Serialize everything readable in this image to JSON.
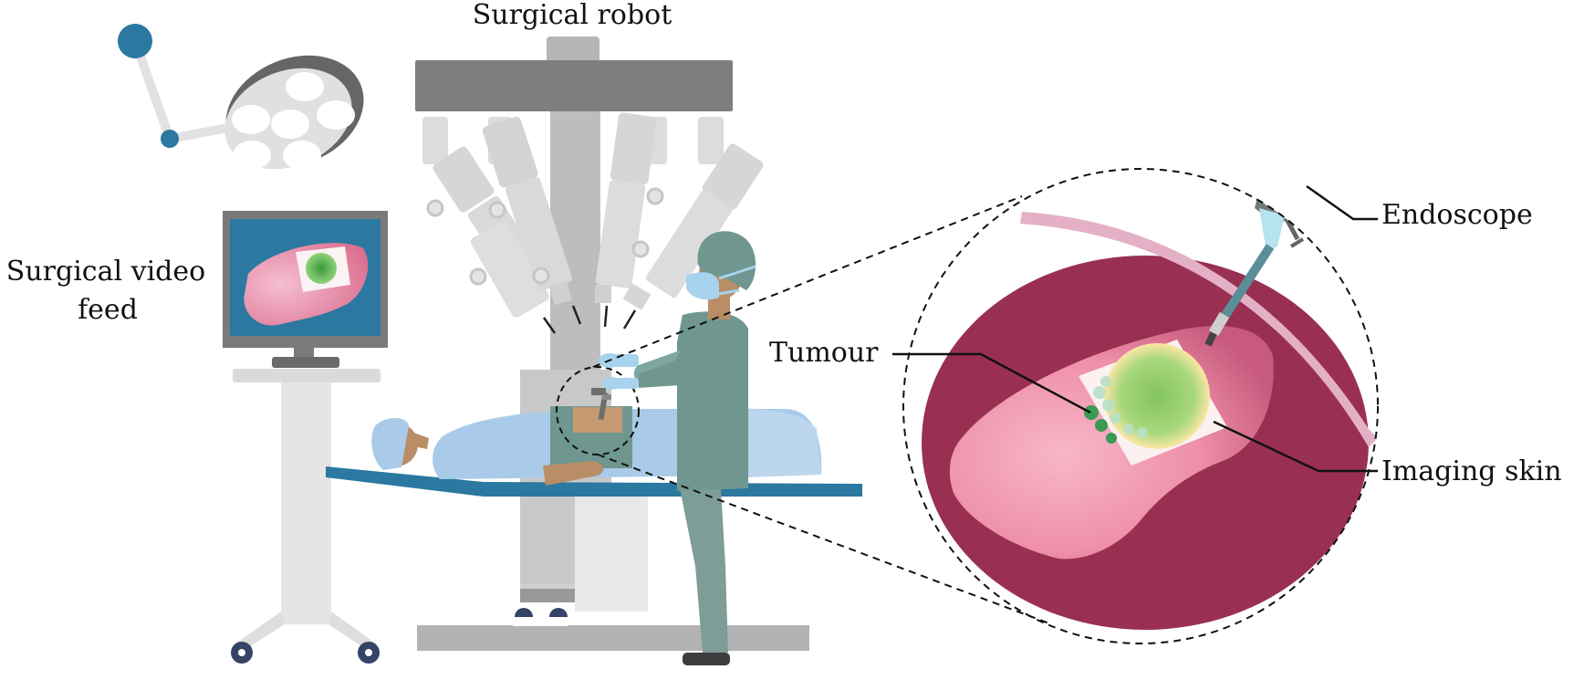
{
  "labels": {
    "surgical_robot": "Surgical robot",
    "video_feed_line1": "Surgical video",
    "video_feed_line2": "feed",
    "tumour": "Tumour",
    "endoscope": "Endoscope",
    "imaging_skin": "Imaging skin"
  },
  "colors": {
    "teal_blue": "#2b78a0",
    "robot_grey_dark": "#7e7e7e",
    "robot_grey_light": "#dcdcdc",
    "surgeon_green": "#6f978f",
    "drape_blue": "#a9cbe9",
    "cavity_maroon": "#993052",
    "organ_pink": "#f1a7bf",
    "tumour_green": "#8fce6e"
  },
  "icons": [
    "surgical-light-icon",
    "monitor-icon",
    "robot-icon",
    "surgeon-icon",
    "patient-icon",
    "operating-table-icon",
    "endoscope-icon",
    "tumour-icon"
  ]
}
